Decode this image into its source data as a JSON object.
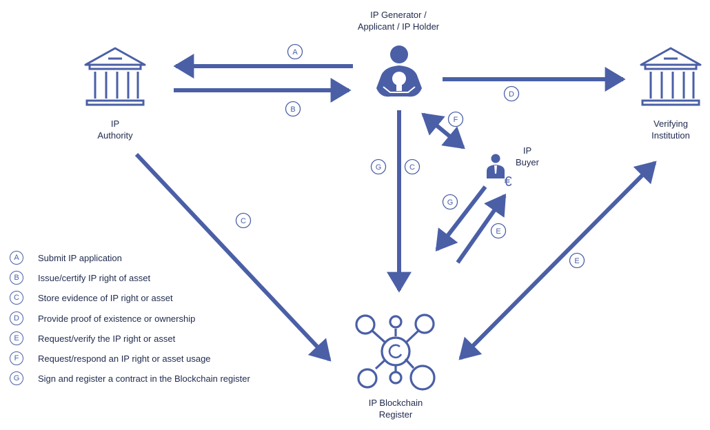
{
  "nodes": {
    "ip_generator": "IP Generator /\nApplicant / IP Holder",
    "ip_authority": "IP\nAuthority",
    "verifying_institution": "Verifying\nInstitution",
    "ip_buyer": "IP\nBuyer",
    "blockchain_register": "IP Blockchain\nRegister"
  },
  "steps": [
    {
      "letter": "A",
      "label": "Submit IP application"
    },
    {
      "letter": "B",
      "label": "Issue/certify IP right of asset"
    },
    {
      "letter": "C",
      "label": "Store evidence of IP right or asset"
    },
    {
      "letter": "D",
      "label": "Provide proof of existence or ownership"
    },
    {
      "letter": "E",
      "label": "Request/verify the IP right or asset"
    },
    {
      "letter": "F",
      "label": "Request/respond an IP right or asset usage"
    },
    {
      "letter": "G",
      "label": "Sign and register a contract in the Blockchain register"
    }
  ],
  "buyer_currency_symbol": "€",
  "colors": {
    "arrow": "#4a5fa6",
    "icon": "#4a5fa6",
    "text": "#1f2a4d"
  }
}
